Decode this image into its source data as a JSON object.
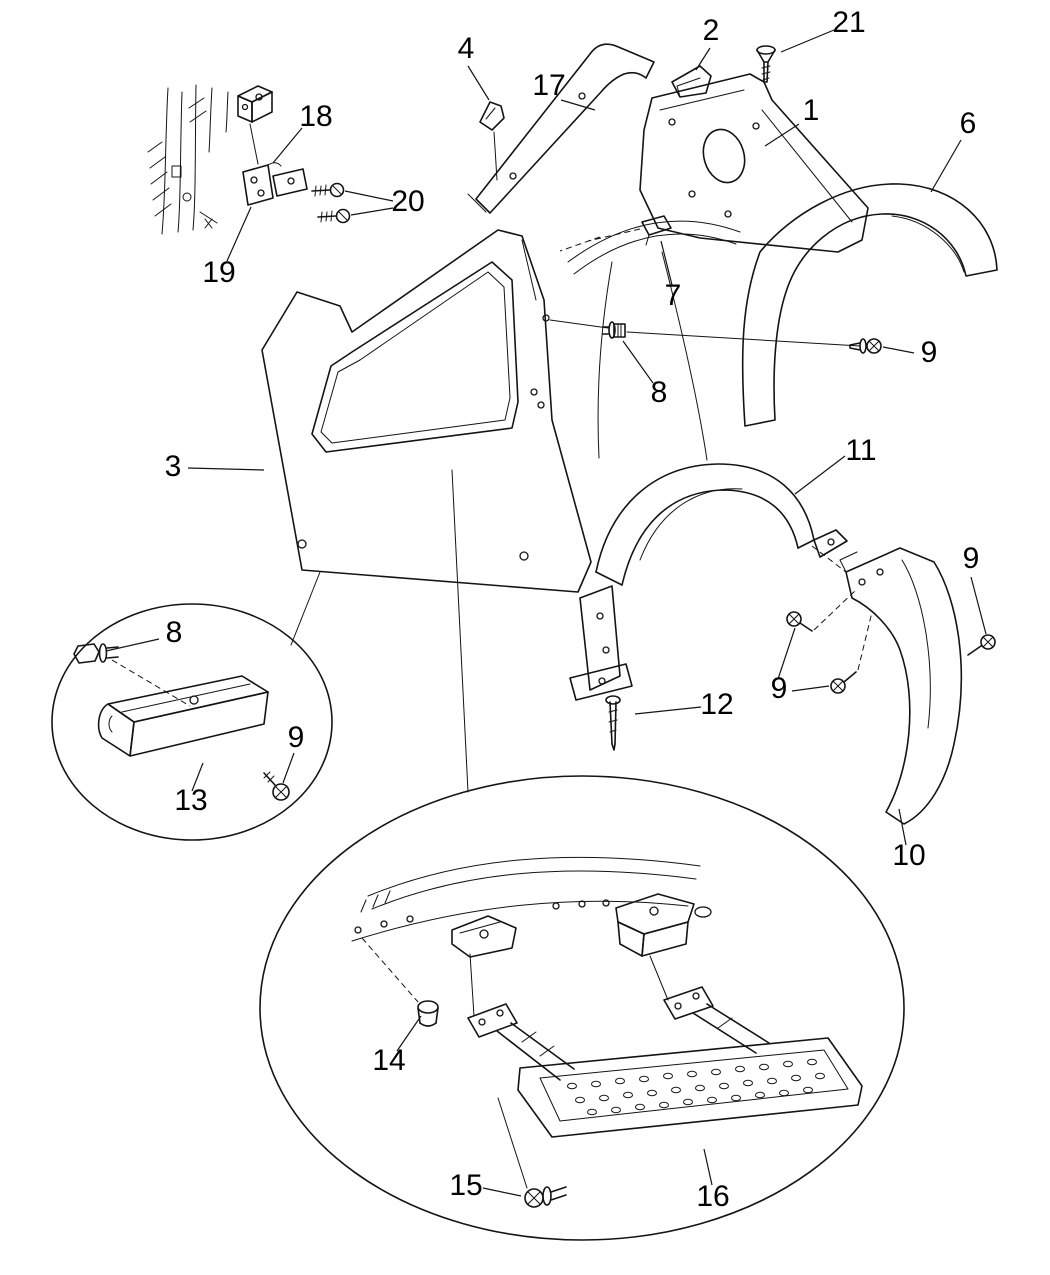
{
  "callouts": {
    "c1": "1",
    "c2": "2",
    "c3": "3",
    "c4": "4",
    "c6": "6",
    "c7": "7",
    "c8a": "8",
    "c8b": "8",
    "c9a": "9",
    "c9b": "9",
    "c9c": "9",
    "c9d": "9",
    "c10": "10",
    "c11": "11",
    "c12": "12",
    "c13": "13",
    "c14": "14",
    "c15": "15",
    "c16": "16",
    "c17": "17",
    "c18": "18",
    "c19": "19",
    "c20": "20",
    "c21": "21"
  }
}
